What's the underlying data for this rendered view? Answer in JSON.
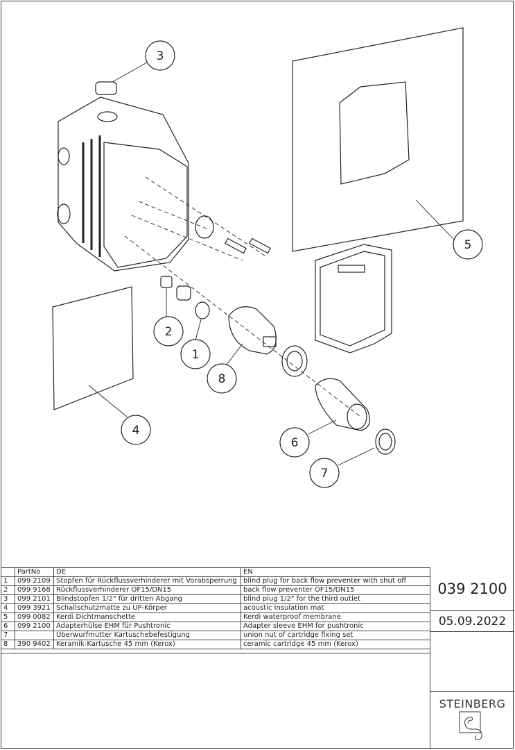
{
  "drawing": {
    "callouts": [
      "1",
      "2",
      "3",
      "4",
      "5",
      "6",
      "7",
      "8"
    ]
  },
  "parts_table": {
    "headers": [
      "",
      "PartNo",
      "DE",
      "EN"
    ],
    "rows": [
      [
        "1",
        "099 2109",
        "Stopfen für Rückflussverhinderer mit Vorabsperrung",
        "blind plug for back flow preventer with shut off"
      ],
      [
        "2",
        "099 9168",
        "Rückflussverhinderer OF15/DN15",
        "back flow preventer OF15/DN15"
      ],
      [
        "3",
        "099 2101",
        "Blindstopfen 1/2\"  für dritten Abgang",
        "blind plug 1/2\" for the third outlet"
      ],
      [
        "4",
        "099 3921",
        "Schallschutzmatte zu UP-Körper",
        "acoustic insulation mat"
      ],
      [
        "5",
        "099 0082",
        "Kerdi Dichtmanschette",
        "Kerdi waterproof membrane"
      ],
      [
        "6",
        "099 2100",
        "Adapterhülse EHM für Pushtronic",
        "Adapter sleeve EHM for pushtronic"
      ],
      [
        "7",
        "",
        "Überwurfmutter Kartuschebefestigung",
        "union nut of cartridge fixing set"
      ],
      [
        "8",
        "390 9402",
        "Keramik-Kartusche 45 mm (Kerox)",
        "ceramic cartridge 45 mm (Kerox)"
      ]
    ]
  },
  "title_block": {
    "document_number": "039 2100",
    "date": "05.09.2022",
    "brand": "STEINBERG"
  }
}
